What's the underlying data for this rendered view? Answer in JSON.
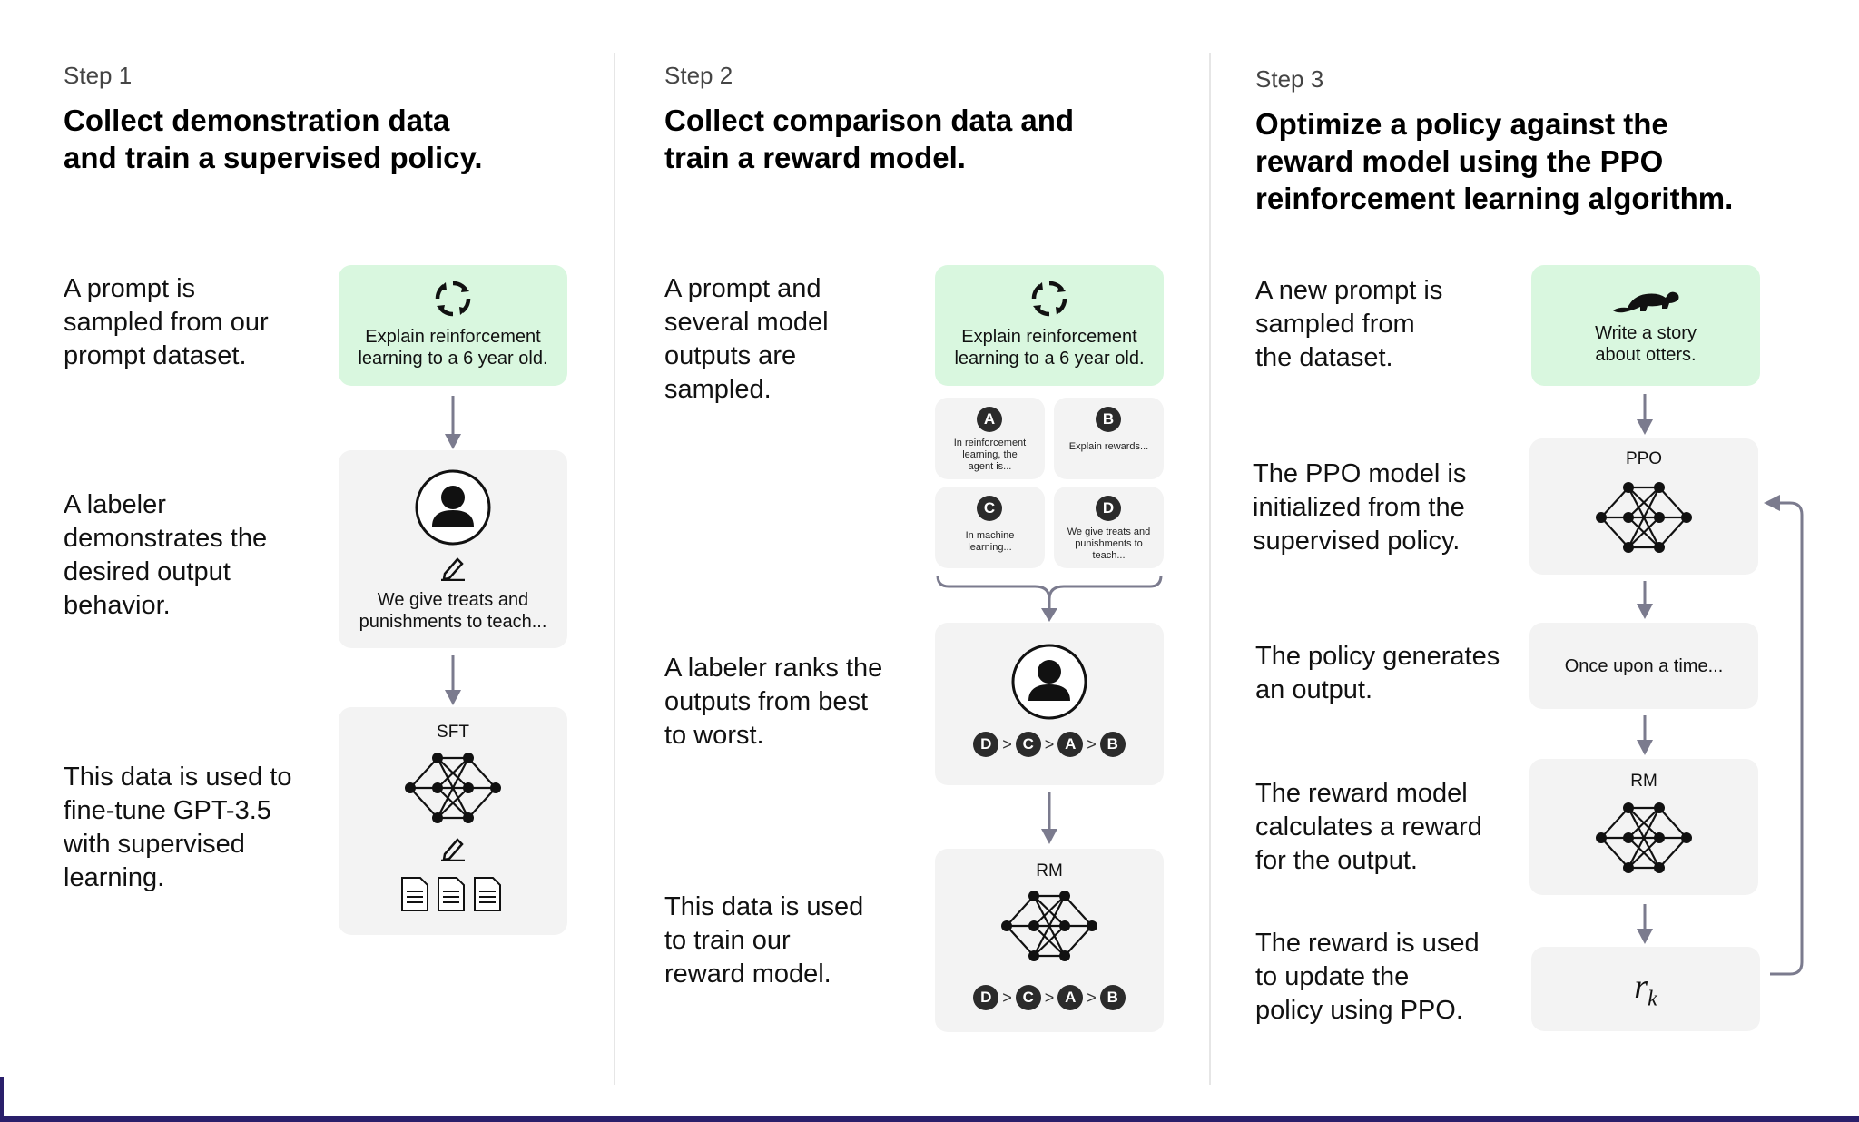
{
  "step1": {
    "label": "Step 1",
    "title": [
      "Collect demonstration data",
      "and train a supervised policy."
    ],
    "desc1": [
      "A prompt is",
      "sampled from our",
      "prompt dataset."
    ],
    "desc2": [
      "A labeler",
      "demonstrates the",
      "desired output",
      "behavior."
    ],
    "desc3": [
      "This data is used to",
      "fine-tune GPT-3.5",
      "with supervised",
      "learning."
    ],
    "prompt": [
      "Explain reinforcement",
      "learning to a 6 year old."
    ],
    "demo": [
      "We give treats and",
      "punishments to teach..."
    ],
    "model": "SFT"
  },
  "step2": {
    "label": "Step 2",
    "title": [
      "Collect comparison data and",
      "train a reward model."
    ],
    "desc1": [
      "A prompt and",
      "several model",
      "outputs are",
      "sampled."
    ],
    "desc2": [
      "A labeler ranks the",
      "outputs from best",
      "to worst."
    ],
    "desc3": [
      "This data is used",
      "to train our",
      "reward model."
    ],
    "prompt": [
      "Explain reinforcement",
      "learning to a 6 year old."
    ],
    "outputs": [
      {
        "letter": "A",
        "text": [
          "In reinforcement",
          "learning, the",
          "agent is..."
        ]
      },
      {
        "letter": "B",
        "text": [
          "Explain rewards..."
        ]
      },
      {
        "letter": "C",
        "text": [
          "In machine",
          "learning..."
        ]
      },
      {
        "letter": "D",
        "text": [
          "We give treats and",
          "punishments to",
          "teach..."
        ]
      }
    ],
    "ranking": [
      "D",
      "C",
      "A",
      "B"
    ],
    "model": "RM"
  },
  "step3": {
    "label": "Step 3",
    "title": [
      "Optimize a policy against the",
      "reward model using the PPO",
      "reinforcement learning algorithm."
    ],
    "desc1": [
      "A new prompt is",
      "sampled from",
      "the dataset."
    ],
    "desc2": [
      "The PPO model is",
      "initialized from the",
      "supervised policy."
    ],
    "desc3": [
      "The policy generates",
      "an output."
    ],
    "desc4": [
      "The reward model",
      "calculates a reward",
      "for the output."
    ],
    "desc5": [
      "The reward is used",
      "to update the",
      "policy using PPO."
    ],
    "prompt": [
      "Write a story",
      "about otters."
    ],
    "policy_model": "PPO",
    "output": "Once upon a time...",
    "reward_model": "RM",
    "reward_symbol": "r",
    "reward_subscript": "k"
  },
  "colors": {
    "green_box": "#d9f7df",
    "gray_box": "#f3f3f3",
    "arrow": "#7b7b8e",
    "dark": "#2b2b2b",
    "accent_bar": "#2a1f6b"
  }
}
